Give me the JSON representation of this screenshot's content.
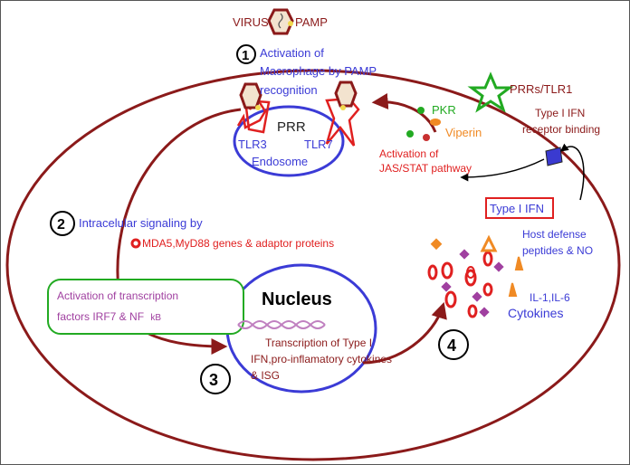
{
  "labels": {
    "virus": "VIRUS",
    "pamp": "PAMP",
    "activation_macrophage": "Activation of\nMacrophage by PAMP\nrecognition",
    "prr": "PRR",
    "tlr3": "TLR3",
    "tlr7": "TLR7",
    "endosome": "Endosome",
    "prrs_tlr1": "PRRs/TLR1",
    "pkr": "PKR",
    "viperin": "Viperin",
    "jas_stat": "Activation of\nJAS/STAT pathway",
    "ifn_receptor": "Type I IFN\nreceptor binding",
    "type1_ifn": "Type I IFN",
    "host_defense": "Host defense\npeptides & NO",
    "intracellular": "Intracelular signaling by",
    "mda5": "MDA5,MyD88 genes & adaptor proteins",
    "transcription_factors": "Activation of transcription\nfactors IRF7 & NF",
    "kappa": "kB",
    "nucleus": "Nucleus",
    "transcription_type1": "Transcription of Type I\nIFN,pro-inflamatory cytokines\n& ISG",
    "il": "IL-1,IL-6",
    "cytokines": "Cytokines"
  },
  "steps": [
    "1",
    "2",
    "3",
    "4"
  ],
  "colors": {
    "dark_red": "#8b1a1a",
    "blue": "#3b3bd6",
    "red": "#e02020",
    "green": "#22aa22",
    "orange": "#f08a24",
    "purple": "#a040a0"
  }
}
